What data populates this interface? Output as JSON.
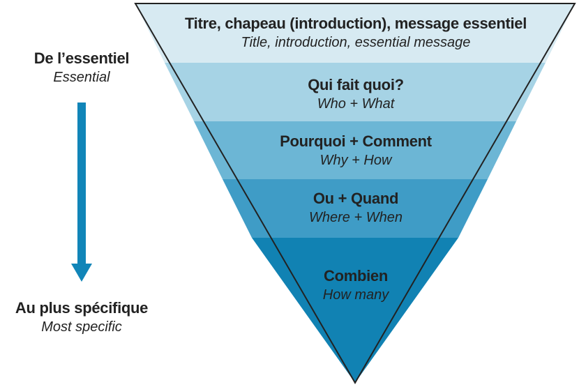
{
  "colors": {
    "band_1": "#d7eaf2",
    "band_2": "#a6d3e5",
    "band_3": "#6cb6d5",
    "band_4": "#3f9cc6",
    "band_5": "#1182b3",
    "arrow": "#1185b8",
    "outline": "#222222"
  },
  "bands": [
    {
      "title": "Titre, chapeau (introduction), message essentiel",
      "subtitle": "Title, introduction, essential message"
    },
    {
      "title": "Qui fait quoi?",
      "subtitle": "Who + What"
    },
    {
      "title": "Pourquoi + Comment",
      "subtitle": "Why + How"
    },
    {
      "title": "Ou + Quand",
      "subtitle": "Where + When"
    },
    {
      "title": "Combien",
      "subtitle": "How many"
    }
  ],
  "side": {
    "top": {
      "title": "De l’essentiel",
      "subtitle": "Essential"
    },
    "bottom": {
      "title": "Au plus spécifique",
      "subtitle": "Most specific"
    }
  }
}
